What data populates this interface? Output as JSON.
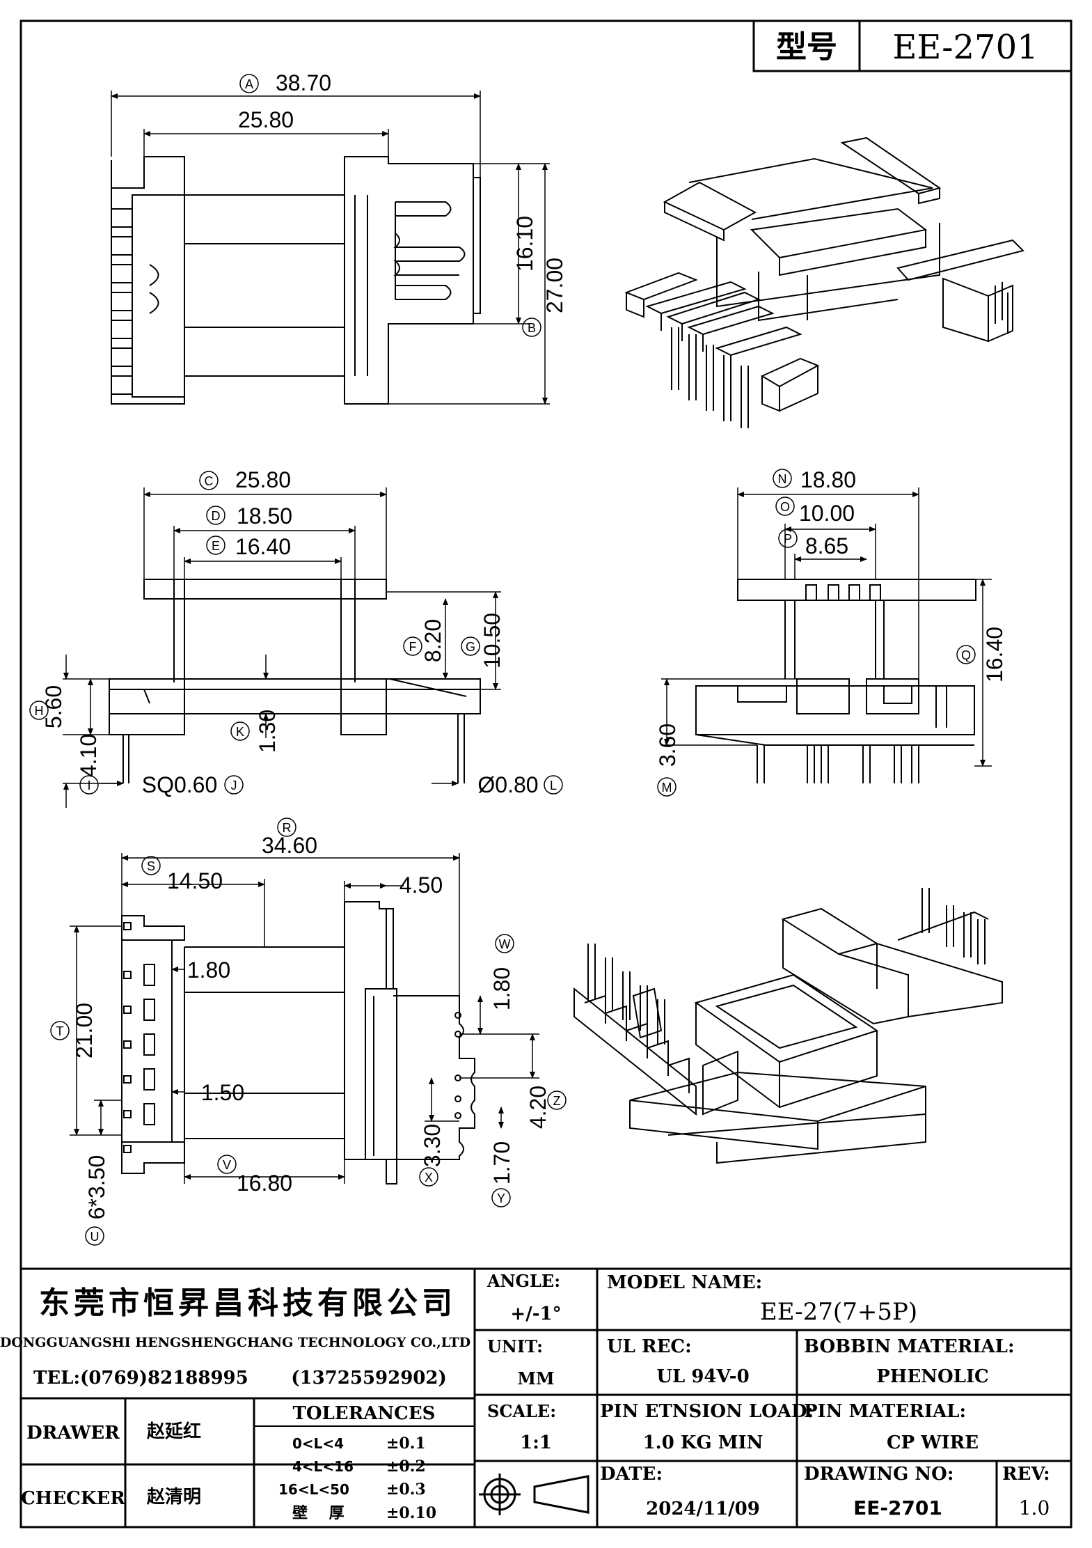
{
  "title_block": {
    "model_label": "型号",
    "model_value": "EE-2701"
  },
  "company": {
    "name_cn": "东莞市恒昇昌科技有限公司",
    "name_en": "DONGGUANGSHI HENGSHENGCHANG TECHNOLOGY CO.,LTD",
    "tel": "TEL:(0769)82188995",
    "mobile": "(13725592902)"
  },
  "people": {
    "drawer_label": "DRAWER",
    "drawer_name": "赵延红",
    "checker_label": "CHECKER",
    "checker_name": "赵清明"
  },
  "tolerances": {
    "title": "TOLERANCES",
    "rows": [
      {
        "range": "0<L<4",
        "value": "±0.1"
      },
      {
        "range": "4<L<16",
        "value": "±0.2"
      },
      {
        "range": "16<L<50",
        "value": "±0.3"
      },
      {
        "range": "壁    厚",
        "value": "±0.10"
      }
    ]
  },
  "specs": {
    "angle_label": "ANGLE:",
    "angle_value": "+/-1°",
    "unit_label": "UNIT:",
    "unit_value": "MM",
    "scale_label": "SCALE:",
    "scale_value": "1:1",
    "model_name_label": "MODEL NAME:",
    "model_name_value": "EE-27(7+5P)",
    "ul_label": "UL REC:",
    "ul_value": "UL 94V-0",
    "bobbin_label": "BOBBIN MATERIAL:",
    "bobbin_value": "PHENOLIC",
    "pin_load_label": "PIN ETNSION LOAD:",
    "pin_load_value": "1.0 KG MIN",
    "pin_material_label": "PIN MATERIAL:",
    "pin_material_value": "CP WIRE",
    "date_label": "DATE:",
    "date_value": "2024/11/09",
    "drawing_no_label": "DRAWING NO:",
    "drawing_no_value": "EE-2701",
    "rev_label": "REV:",
    "rev_value": "1.0"
  },
  "dimensions": {
    "A": {
      "letter": "A",
      "value": "38.70"
    },
    "B": {
      "letter": "B",
      "value": "27.00"
    },
    "top_inner_width": "25.80",
    "top_height_inner": "16.10",
    "C": {
      "letter": "C",
      "value": "25.80"
    },
    "D": {
      "letter": "D",
      "value": "18.50"
    },
    "E": {
      "letter": "E",
      "value": "16.40"
    },
    "F": {
      "letter": "F",
      "value": "8.20"
    },
    "G": {
      "letter": "G",
      "value": "10.50"
    },
    "H": {
      "letter": "H",
      "value": "5.60"
    },
    "I": {
      "letter": "I",
      "value": "4.10"
    },
    "J": {
      "letter": "J",
      "value": "SQ0.60"
    },
    "K": {
      "letter": "K",
      "value": "1.30"
    },
    "L": {
      "letter": "L",
      "value": "Ø0.80"
    },
    "M": {
      "letter": "M",
      "value": "3.60"
    },
    "N": {
      "letter": "N",
      "value": "18.80"
    },
    "O": {
      "letter": "O",
      "value": "10.00"
    },
    "P": {
      "letter": "P",
      "value": "8.65"
    },
    "Q": {
      "letter": "Q",
      "value": "16.40"
    },
    "R": {
      "letter": "R",
      "value": "34.60"
    },
    "S": {
      "letter": "S",
      "value": "14.50"
    },
    "right_flange": "4.50",
    "T": {
      "letter": "T",
      "value": "21.00"
    },
    "U": {
      "letter": "U",
      "value": "6*3.50"
    },
    "V": {
      "letter": "V",
      "value": "16.80"
    },
    "W": {
      "letter": "W",
      "value": "1.80"
    },
    "X": {
      "letter": "X",
      "value": "3.30"
    },
    "Y": {
      "letter": "Y",
      "value": "1.70"
    },
    "Z": {
      "letter": "Z",
      "value": "4.20"
    },
    "wall_180": "1.80",
    "wall_150": "1.50"
  }
}
